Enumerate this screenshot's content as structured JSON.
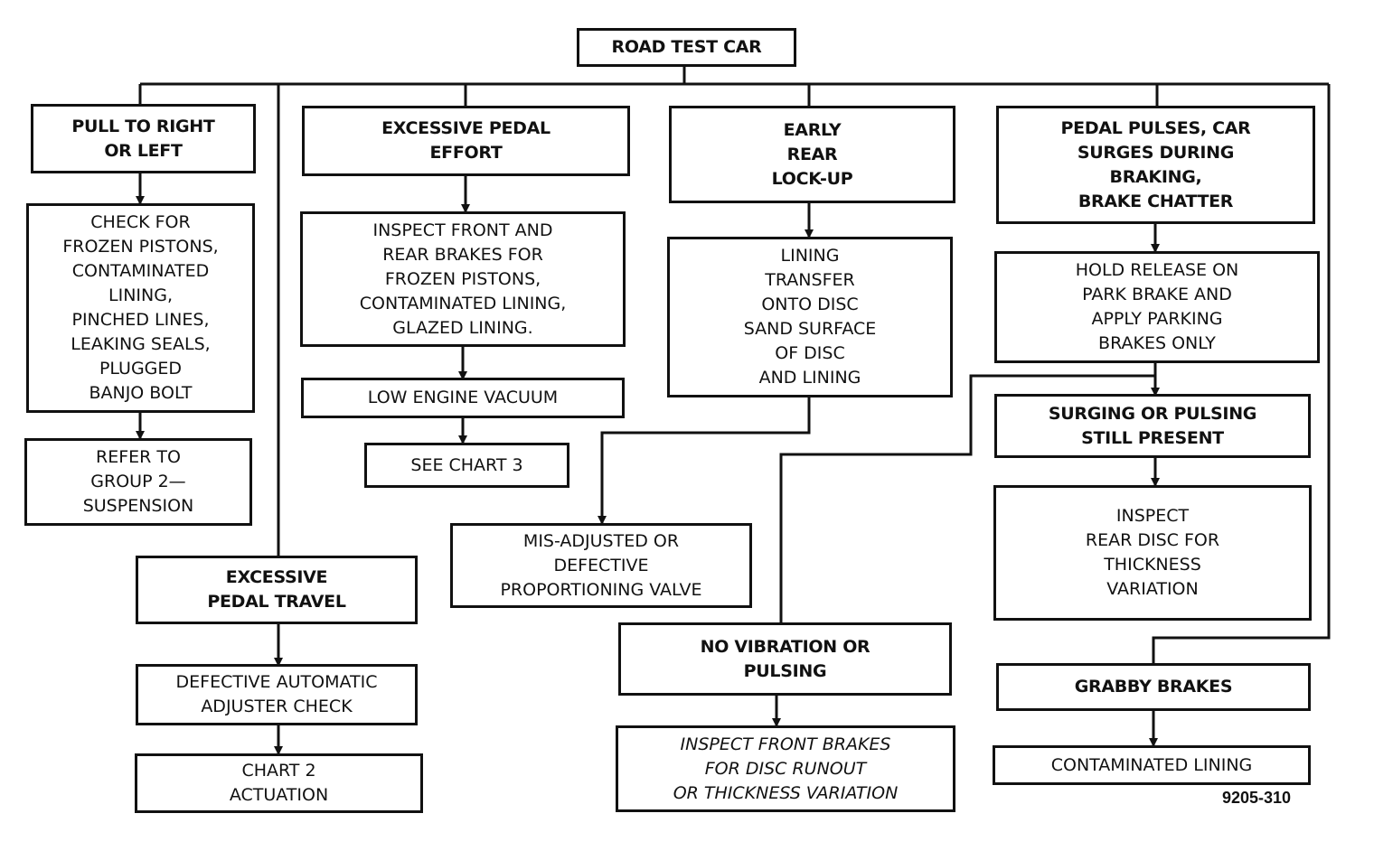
{
  "diagram": {
    "start": "ROAD TEST CAR",
    "pull_to_right_or_left": "PULL TO RIGHT\nOR LEFT",
    "check_frozen_pistons": "CHECK FOR\nFROZEN PISTONS,\nCONTAMINATED\nLINING,\nPINCHED LINES,\nLEAKING SEALS,\nPLUGGED\nBANJO BOLT",
    "refer_group_2": "REFER TO\nGROUP 2—\nSUSPENSION",
    "excessive_pedal_effort": "EXCESSIVE PEDAL\nEFFORT",
    "inspect_front_rear": "INSPECT FRONT AND\nREAR BRAKES FOR\nFROZEN PISTONS,\nCONTAMINATED LINING,\nGLAZED LINING.",
    "low_engine_vacuum": "LOW ENGINE VACUUM",
    "see_chart_3": "SEE CHART 3",
    "excessive_pedal_travel": "EXCESSIVE\nPEDAL TRAVEL",
    "defective_adjuster": "DEFECTIVE AUTOMATIC\nADJUSTER CHECK",
    "chart_2_actuation": "CHART 2\nACTUATION",
    "early_rear_lockup": "EARLY\nREAR\nLOCK-UP",
    "lining_transfer": "LINING\nTRANSFER\nONTO DISC\nSAND SURFACE\nOF DISC\nAND LINING",
    "misadjusted_valve": "MIS-ADJUSTED OR\nDEFECTIVE\nPROPORTIONING VALVE",
    "no_vibration": "NO VIBRATION OR\nPULSING",
    "inspect_front_runout": "INSPECT FRONT BRAKES\nFOR DISC RUNOUT\nOR THICKNESS VARIATION",
    "pedal_pulses": "PEDAL PULSES, CAR\nSURGES DURING\nBRAKING,\nBRAKE CHATTER",
    "hold_release": "HOLD RELEASE ON\nPARK BRAKE AND\nAPPLY PARKING\nBRAKES ONLY",
    "surging_present": "SURGING OR PULSING\nSTILL PRESENT",
    "inspect_rear_disc": "INSPECT\nREAR DISC FOR\nTHICKNESS\nVARIATION",
    "grabby_brakes": "GRABBY BRAKES",
    "contaminated_lining": "CONTAMINATED LINING",
    "figure_code": "9205-310"
  },
  "colors": {
    "line": "#111111",
    "background": "#ffffff"
  }
}
